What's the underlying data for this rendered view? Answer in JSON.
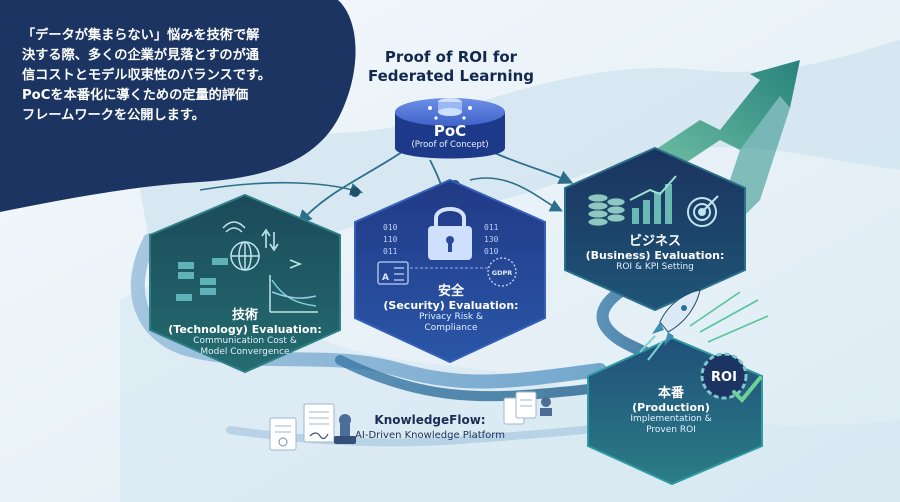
{
  "intro": {
    "lines": [
      "「データが集まらない」悩みを技術で解",
      "決する際、多くの企業が見落とすのが通",
      "信コストとモデル収束性のバランスです。",
      "PoCを本番化に導くための定量的評価",
      "フレームワークを公開します。"
    ]
  },
  "title": {
    "line1": "Proof of ROI for",
    "line2": "Federated Learning"
  },
  "poc": {
    "label": "PoC",
    "sublabel": "(Proof of Concept)"
  },
  "technology": {
    "title": "技術",
    "evaluation": "(Technology) Evaluation:",
    "detail1": "Communication Cost &",
    "detail2": "Model Convergence"
  },
  "security": {
    "title": "安全",
    "evaluation": "(Security) Evaluation:",
    "detail1": "Privacy Risk &",
    "detail2": "Compliance",
    "badge": "GDPR",
    "binary_left": [
      "010",
      "110",
      "011"
    ],
    "binary_right": [
      "011",
      "130",
      "010"
    ]
  },
  "business": {
    "title": "ビジネス",
    "evaluation": "(Business) Evaluation:",
    "detail1": "ROI & KPI Setting"
  },
  "production": {
    "title": "本番",
    "evaluation": "(Production)",
    "detail1": "Implementation &",
    "detail2": "Proven ROI",
    "badge": "ROI"
  },
  "footer": {
    "title": "KnowledgeFlow:",
    "subtitle": "AI-Driven Knowledge Platform"
  },
  "icons": {
    "database": "database-icon",
    "network": "network-globe-icon",
    "lock": "padlock-icon",
    "coins": "coin-stack-icon",
    "bars": "growth-bars-icon",
    "target": "target-icon",
    "rocket": "rocket-icon",
    "document": "document-icon",
    "stamp": "stamp-icon"
  },
  "colors": {
    "navy": "#1b3461",
    "hex_tech": "#1f5561",
    "hex_security": "#24428f",
    "hex_business": "#1d3d6e",
    "hex_production": "#236178",
    "teal": "#2f9aa0",
    "accent_green": "#2e8b6e"
  }
}
